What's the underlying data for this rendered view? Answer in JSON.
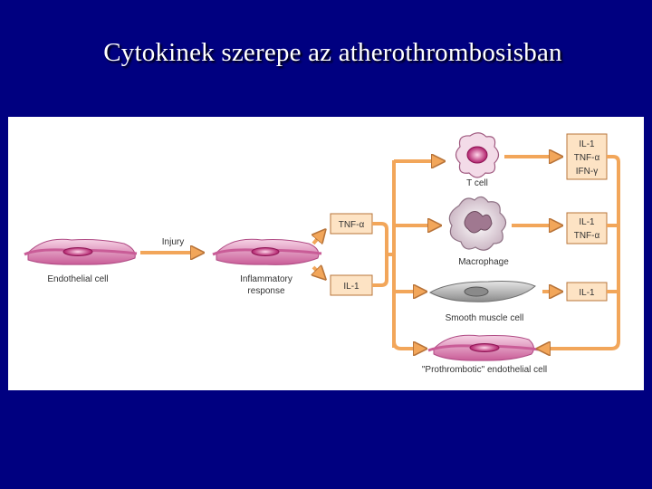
{
  "slide": {
    "title": "Cytokinek szerepe az atherothrombosisban"
  },
  "diagram": {
    "cells": {
      "endothelial": "Endothelial cell",
      "inflammatory_line1": "Inflammatory",
      "inflammatory_line2": "response",
      "t_cell": "T cell",
      "macrophage": "Macrophage",
      "smooth_muscle": "Smooth muscle cell",
      "prothrombotic": "\"Prothrombotic\" endothelial cell"
    },
    "arrow_labels": {
      "injury": "Injury"
    },
    "cytokine_boxes": {
      "tnf": "TNF-α",
      "il1": "IL-1"
    },
    "outputs": {
      "t_cell": [
        "IL-1",
        "TNF-α",
        "IFN-γ"
      ],
      "macrophage": [
        "IL-1",
        "TNF-α"
      ],
      "smooth_muscle": [
        "IL-1"
      ]
    },
    "colors": {
      "arrow": "#f2a65a",
      "arrow_stroke": "#b8743a",
      "box_fill": "#fde3c4",
      "endothelial_fill": "#e9b3cf",
      "endothelial_dark": "#c95c97",
      "nucleus": "#b01e6a",
      "macrophage": "#a07890",
      "smooth_muscle": "#9a9a9a"
    }
  }
}
